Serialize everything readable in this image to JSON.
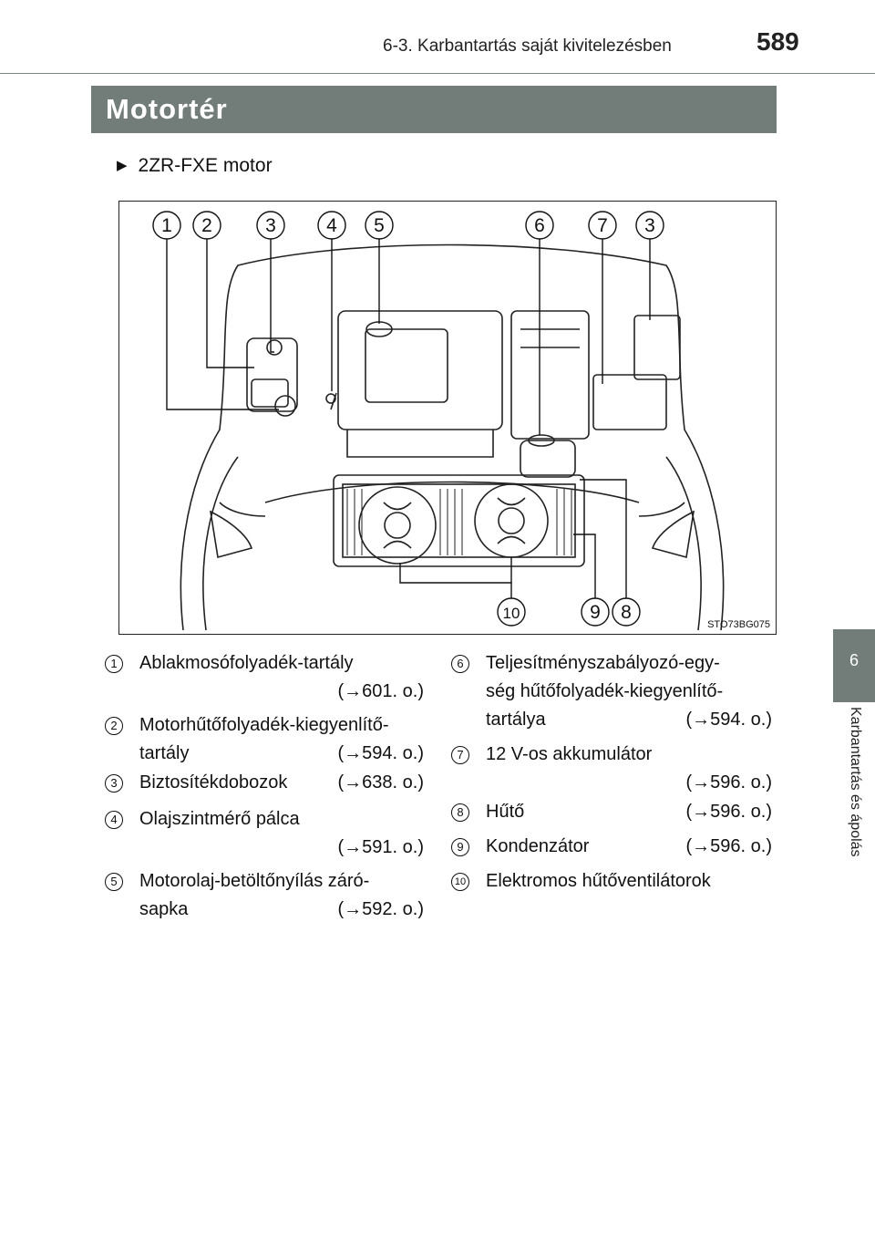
{
  "header": {
    "section": "6-3. Karbantartás saját kivitelezésben",
    "page_number": "589"
  },
  "side_tab": {
    "chapter_number": "6",
    "chapter_title": "Karbantartás és ápolás"
  },
  "title": "Motortér",
  "subheading": "2ZR-FXE motor",
  "figure": {
    "code": "STO73BG075",
    "callouts_top": [
      "1",
      "2",
      "3",
      "4",
      "5",
      "6",
      "7",
      "3"
    ],
    "callouts_bottom": [
      "10",
      "9",
      "8"
    ]
  },
  "legend": [
    {
      "num": "1",
      "lines": [
        "Ablakmosófolyadék-tartály"
      ],
      "ref": "(→601. o.)"
    },
    {
      "num": "2",
      "lines": [
        "Motorhűtőfolyadék-kiegyenlítő-",
        "tartály"
      ],
      "ref": "(→594. o.)"
    },
    {
      "num": "3",
      "lines": [
        "Biztosítékdobozok"
      ],
      "ref": "(→638. o.)"
    },
    {
      "num": "4",
      "lines": [
        "Olajszintmérő pálca"
      ],
      "ref": "(→591. o.)"
    },
    {
      "num": "5",
      "lines": [
        "Motorolaj-betöltőnyílás záró-",
        "sapka"
      ],
      "ref": "(→592. o.)"
    },
    {
      "num": "6",
      "lines": [
        "Teljesítményszabályozó-egy-",
        "ség hűtőfolyadék-kiegyenlítő-",
        "tartálya"
      ],
      "ref": "(→594. o.)"
    },
    {
      "num": "7",
      "lines": [
        "12 V-os akkumulátor"
      ],
      "ref": "(→596. o.)"
    },
    {
      "num": "8",
      "lines": [
        "Hűtő"
      ],
      "ref": "(→596. o.)"
    },
    {
      "num": "9",
      "lines": [
        "Kondenzátor"
      ],
      "ref": "(→596. o.)"
    },
    {
      "num": "10",
      "lines": [
        "Elektromos hűtőventilátorok"
      ],
      "ref": ""
    }
  ]
}
